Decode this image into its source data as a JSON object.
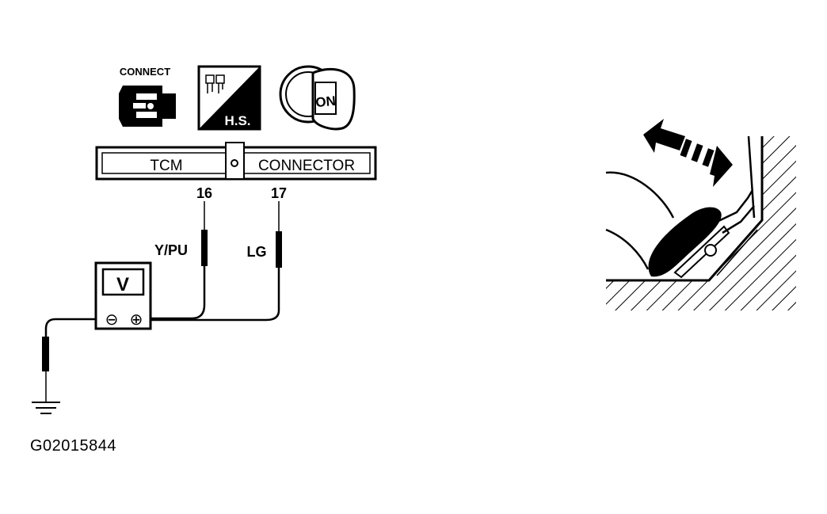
{
  "icons": {
    "connect": {
      "name": "connect-icon",
      "label": "CONNECT"
    },
    "hot_soak": {
      "name": "hot-soak-icon",
      "label": "H.S."
    },
    "ignition": {
      "name": "ignition-key-icon",
      "label": "ON"
    }
  },
  "connector": {
    "left_label": "TCM",
    "right_label": "CONNECTOR"
  },
  "terminals": {
    "pin_a": "16",
    "pin_b": "17"
  },
  "wires": {
    "wire_a": "Y/PU",
    "wire_b": "LG"
  },
  "meter": {
    "symbol": "V",
    "neg": "⊖",
    "pos": "⊕"
  },
  "figure_id": "G02015844",
  "colors": {
    "ink": "#000000",
    "paper": "#ffffff"
  }
}
